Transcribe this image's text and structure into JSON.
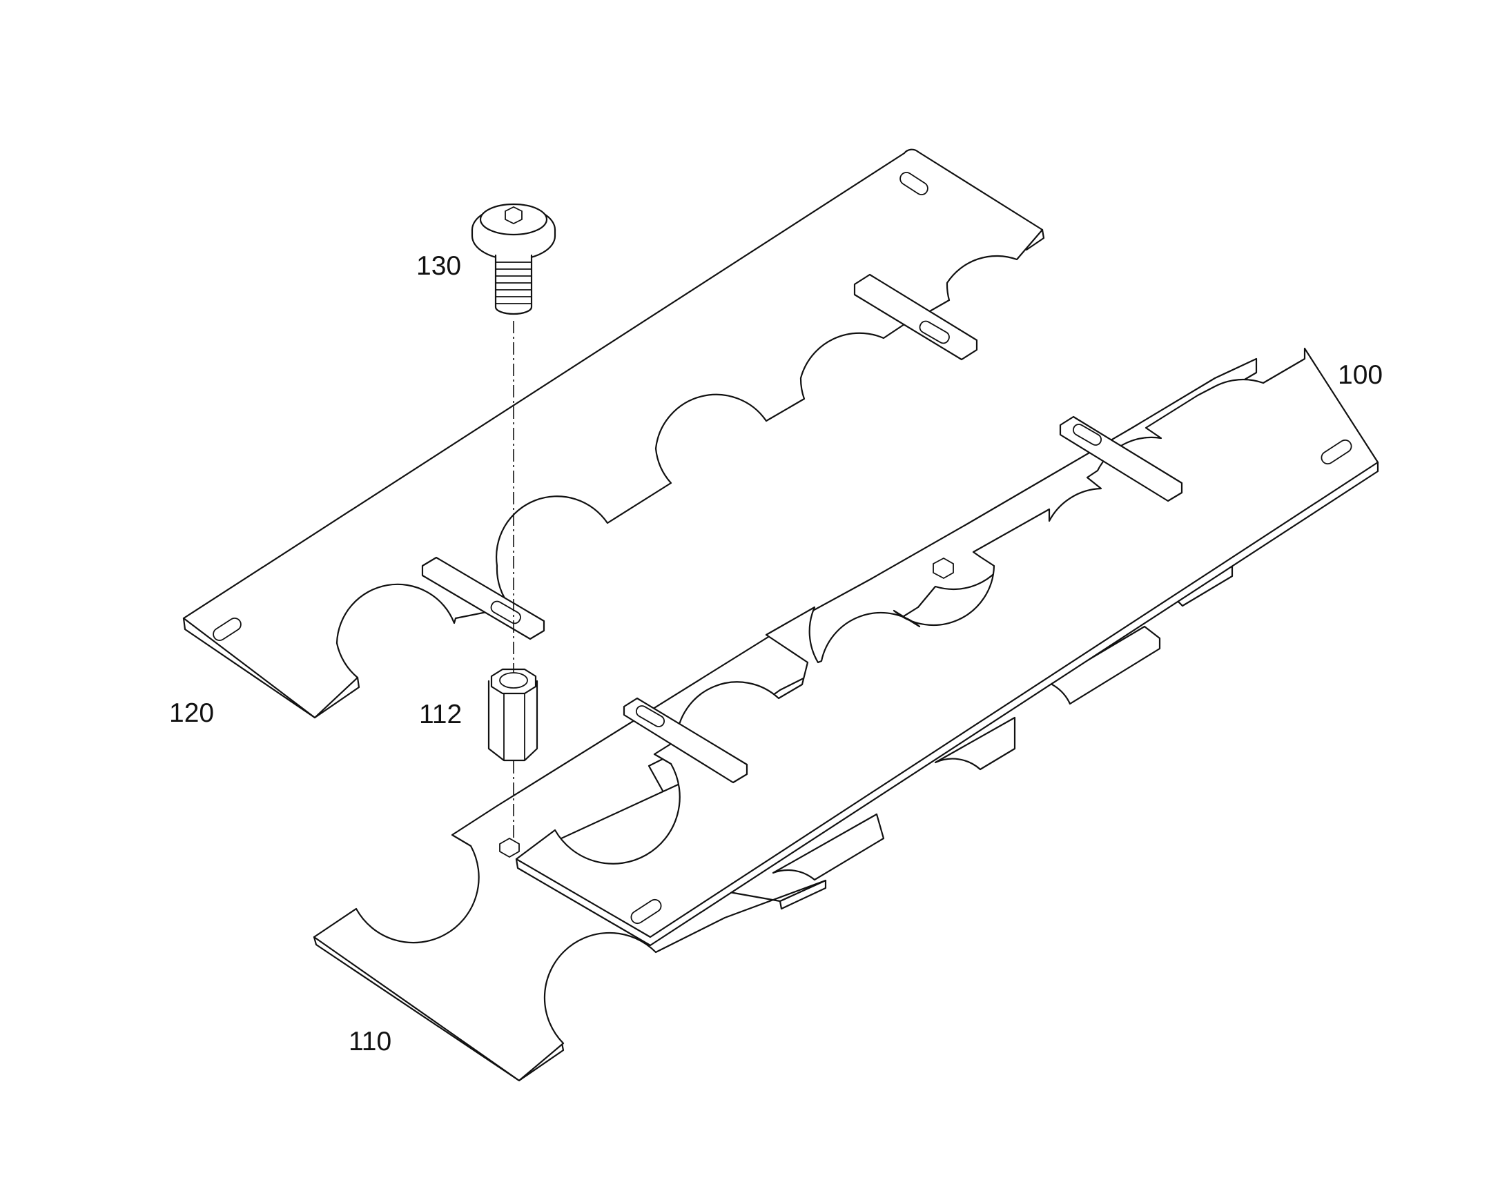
{
  "labels": {
    "battery_holder_assembly": "100",
    "lower_plate": "110",
    "nut": "112",
    "upper_plate": "120",
    "screw": "130"
  }
}
